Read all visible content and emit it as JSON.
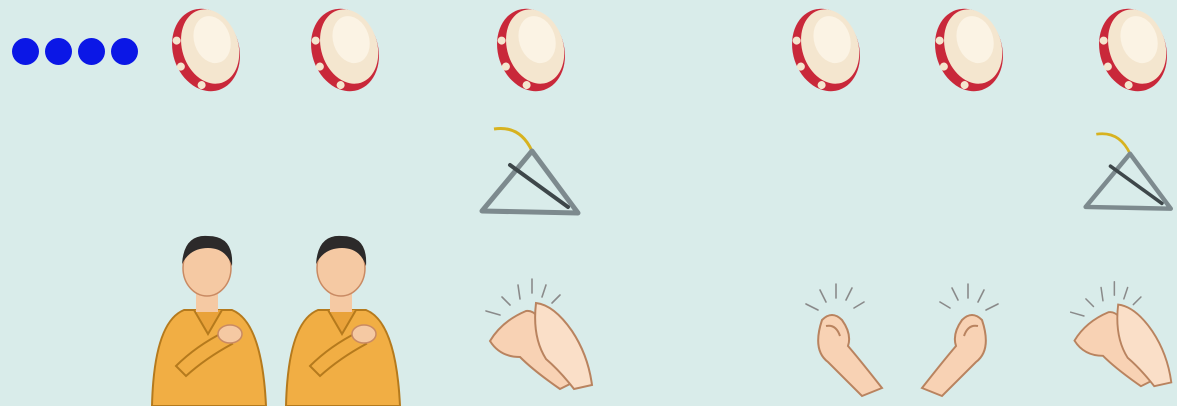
{
  "beat_dots": {
    "count": 4,
    "color": "#0b17e6"
  },
  "background_color": "#d9ecea",
  "rows": [
    {
      "instrument": "tambourine",
      "columns": [
        1,
        2,
        3,
        5,
        6,
        7
      ]
    },
    {
      "instrument": "triangle",
      "columns": [
        3,
        7
      ]
    },
    {
      "instrument": "body-percussion",
      "columns": [
        {
          "col": 1,
          "action": "pat-chest"
        },
        {
          "col": 2,
          "action": "pat-chest"
        },
        {
          "col": 3,
          "action": "clap-hands"
        },
        {
          "col": 5,
          "action": "snap-fingers"
        },
        {
          "col": 6,
          "action": "snap-fingers"
        },
        {
          "col": 7,
          "action": "clap-hands"
        }
      ]
    }
  ]
}
